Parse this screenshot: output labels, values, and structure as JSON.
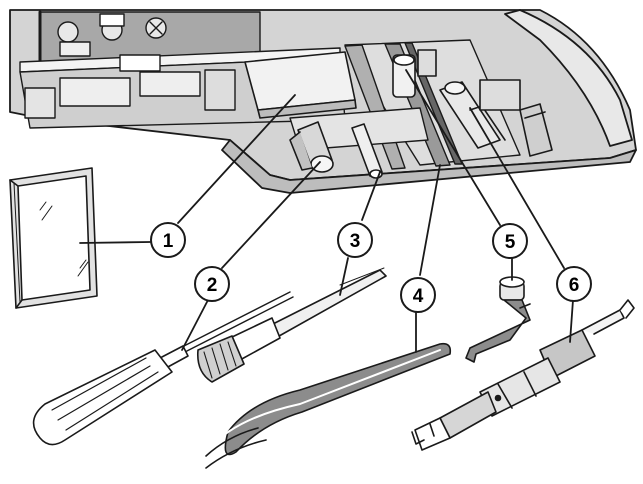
{
  "callouts": [
    {
      "number": "1"
    },
    {
      "number": "2"
    },
    {
      "number": "3"
    },
    {
      "number": "4"
    },
    {
      "number": "5"
    },
    {
      "number": "6"
    }
  ],
  "colors": {
    "line": "#1a1a1a",
    "shade": "#c8c8c8",
    "dark_shade": "#8c8c8c",
    "light_shade": "#e6e6e6",
    "background": "#ffffff"
  }
}
